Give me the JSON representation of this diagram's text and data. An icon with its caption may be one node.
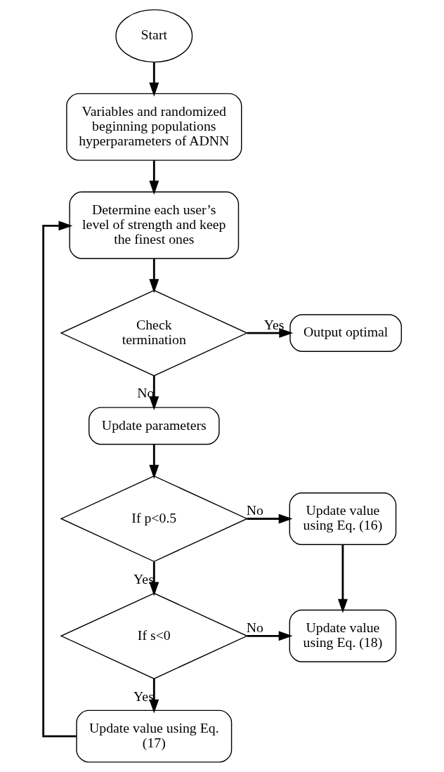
{
  "diagram": {
    "nodes": [
      {
        "text": [
          "Start"
        ]
      },
      {
        "text": [
          "Variables and randomized beginning populations hyperparameters of ADNN"
        ]
      },
      {
        "text": [
          "Determine each user’s level of strength and keep the finest ones"
        ]
      },
      {
        "text": [
          "Check termination"
        ]
      },
      {
        "text": [
          "Output optimal"
        ]
      },
      {
        "text": [
          "Update parameters"
        ]
      },
      {
        "text": [
          "If p<0.5"
        ]
      },
      {
        "text": [
          "Update value using Eq. (16)"
        ]
      },
      {
        "text": [
          "If s<0"
        ]
      },
      {
        "text": [
          "Update value using Eq. (18)"
        ]
      },
      {
        "text": [
          "Update value using Eq. (17)"
        ]
      }
    ],
    "edges": [
      {
        "from": 0,
        "to": 1,
        "arrow": "to"
      },
      {
        "from": 1,
        "to": 2,
        "arrow": "to"
      },
      {
        "from": 2,
        "to": 3,
        "arrow": "to"
      },
      {
        "from": 3,
        "to": 4,
        "arrow": "to",
        "label": "Yes"
      },
      {
        "from": 3,
        "to": 5,
        "arrow": "to",
        "label": "No"
      },
      {
        "from": 5,
        "to": 6,
        "arrow": "to"
      },
      {
        "from": 6,
        "to": 7,
        "arrow": "to",
        "label": "No"
      },
      {
        "from": 6,
        "to": 8,
        "arrow": "to",
        "label": "Yes"
      },
      {
        "from": 7,
        "to": 9,
        "arrow": "to"
      },
      {
        "from": 8,
        "to": 9,
        "arrow": "to",
        "label": "No"
      },
      {
        "from": 8,
        "to": 10,
        "arrow": "to",
        "label": "Yes"
      },
      {
        "from": 10,
        "to": 2,
        "arrow": "to"
      }
    ]
  }
}
